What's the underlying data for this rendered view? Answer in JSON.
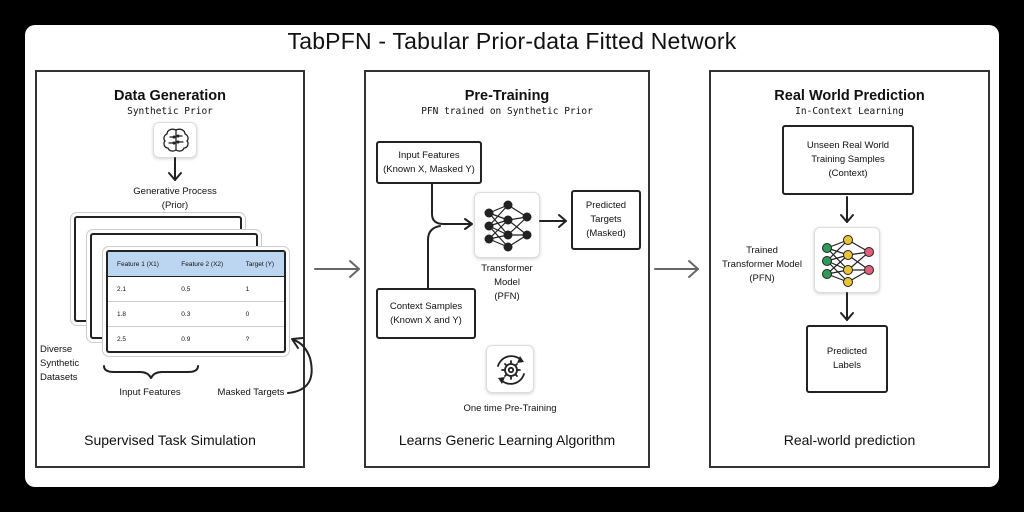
{
  "title": "TabPFN  - Tabular Prior-data Fitted Network",
  "panels": [
    {
      "heading": "Data Generation",
      "subheading": "Synthetic Prior",
      "footer": "Supervised Task Simulation",
      "generative_process": [
        "Generative Process",
        "(Prior)"
      ],
      "table": {
        "headers": [
          "Feature 1 (X1)",
          "Feature 2 (X2)",
          "Target (Y)"
        ],
        "rows": [
          [
            "2.1",
            "0.5",
            "1"
          ],
          [
            "1.8",
            "0.3",
            "0"
          ],
          [
            "2.5",
            "0.9",
            "?"
          ]
        ]
      },
      "datasets_label": [
        "Diverse",
        "Synthetic",
        "Datasets"
      ],
      "input_features_label": "Input Features",
      "masked_targets_label": "Masked Targets"
    },
    {
      "heading": "Pre-Training",
      "subheading": "PFN trained on Synthetic Prior",
      "footer": "Learns Generic Learning Algorithm",
      "input_features_box": [
        "Input Features",
        "(Known X, Masked Y)"
      ],
      "context_samples_box": [
        "Context Samples",
        "(Known X and Y)"
      ],
      "predicted_targets_box": [
        "Predicted",
        "Targets",
        "(Masked)"
      ],
      "model_label": [
        "Transformer",
        "Model",
        "(PFN)"
      ],
      "pretraining_label": "One time Pre-Training"
    },
    {
      "heading": "Real World Prediction",
      "subheading": "In-Context Learning",
      "footer": "Real-world prediction",
      "unseen_box": [
        "Unseen Real World",
        "Training Samples",
        "(Context)"
      ],
      "model_label": [
        "Trained",
        "Transformer Model",
        "(PFN)"
      ],
      "predicted_labels_box": [
        "Predicted",
        "Labels"
      ]
    }
  ],
  "colors": {
    "table_header": "#bcd6f2",
    "node_green": "#2f9a5a",
    "node_yellow": "#e8c33a",
    "node_pink": "#e0607a"
  },
  "icons": [
    "brain-icon",
    "neural-network-icon",
    "gear-cycle-icon",
    "arrow-right-icon"
  ]
}
